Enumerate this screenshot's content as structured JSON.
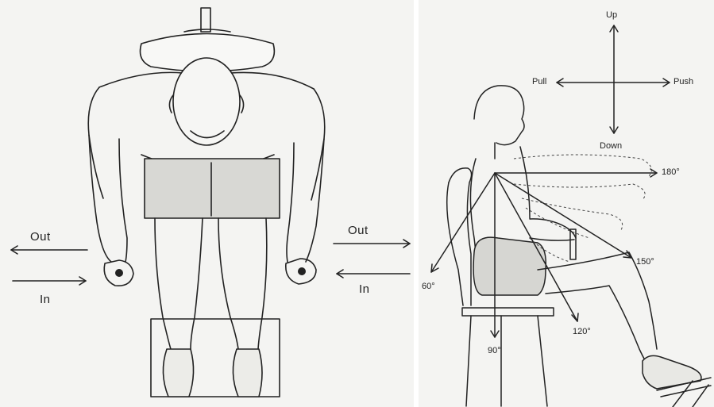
{
  "left_figure": {
    "out_left": "Out",
    "in_left": "In",
    "out_right": "Out",
    "in_right": "In"
  },
  "right_figure": {
    "up": "Up",
    "down": "Down",
    "pull": "Pull",
    "push": "Push",
    "angle_180": "180°",
    "angle_150": "150°",
    "angle_120": "120°",
    "angle_90": "90°",
    "angle_60": "60°"
  }
}
